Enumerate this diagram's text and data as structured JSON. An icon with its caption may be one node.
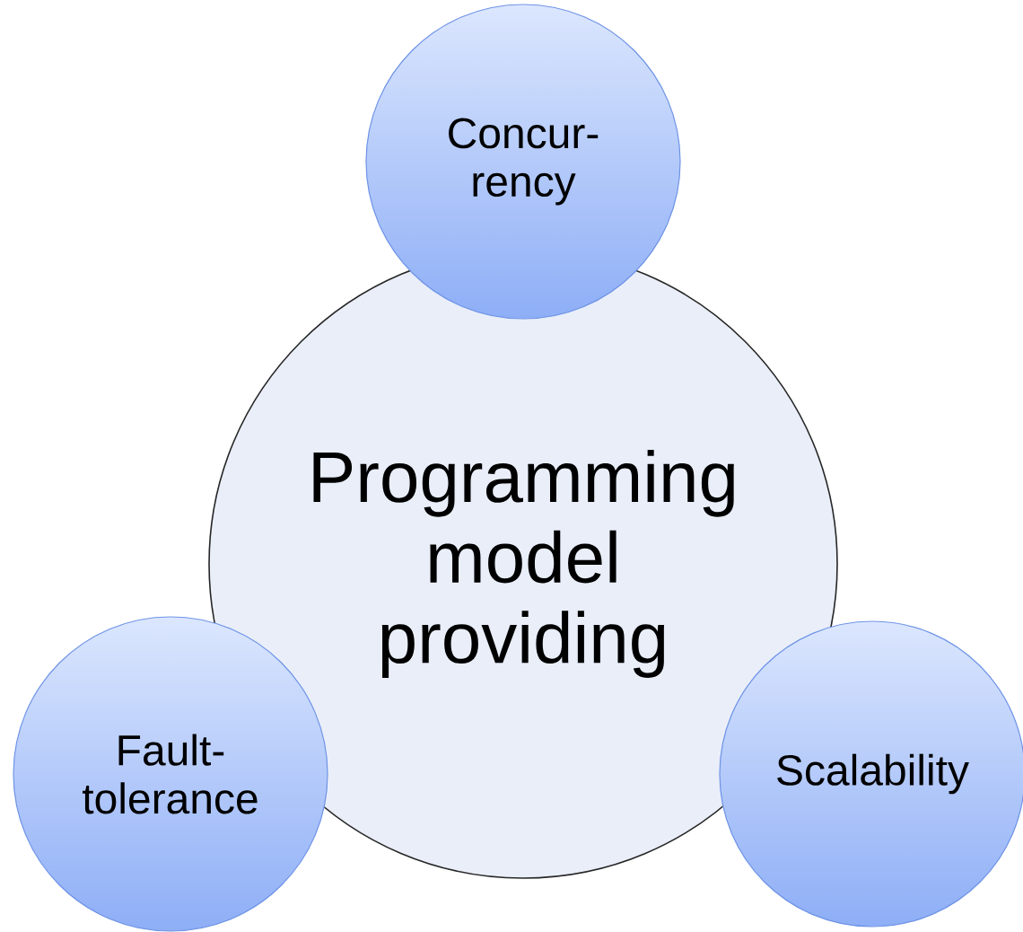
{
  "diagram": {
    "nodes": [
      {
        "text": [
          "Concur- rency"
        ]
      },
      {
        "text": [
          "Programming model providing"
        ]
      },
      {
        "text": [
          "Fault- tolerance"
        ]
      },
      {
        "text": [
          "Scalability"
        ]
      }
    ]
  }
}
